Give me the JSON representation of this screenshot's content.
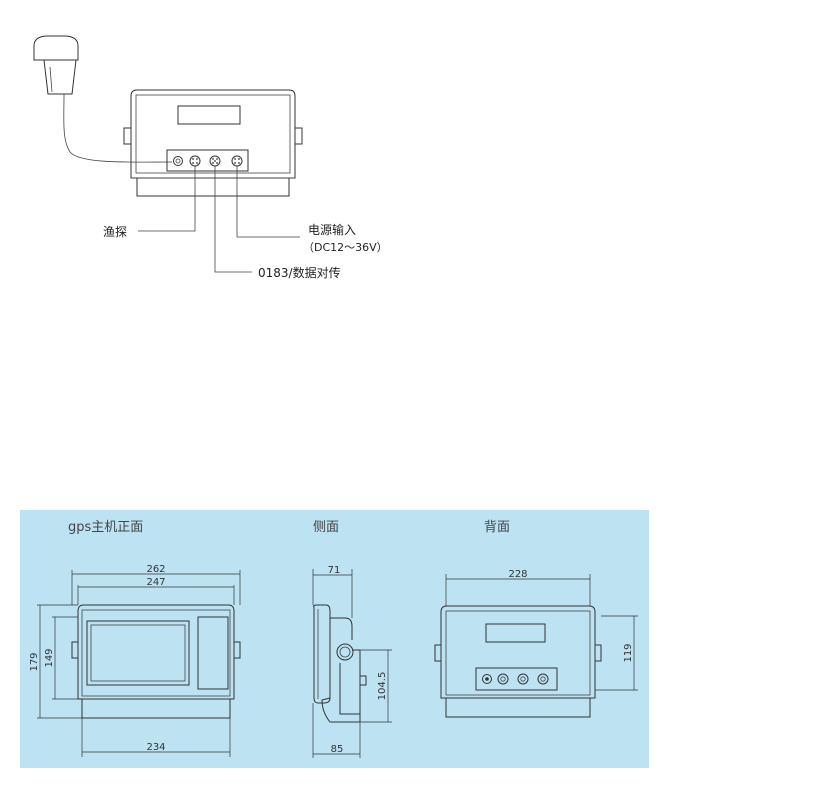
{
  "connection": {
    "fishfinder_label": "渔探",
    "power_label": "电源输入",
    "power_spec": "（DC12～36V）",
    "data_label": "0183/数据对传"
  },
  "dimensions": {
    "colors": {
      "panel_bg": "#bde3f3",
      "line": "#333333"
    },
    "front": {
      "title": "gps主机正面",
      "width_outer": "262",
      "width_inner": "247",
      "height_outer": "179",
      "height_inner": "149",
      "base_width": "234"
    },
    "side": {
      "title": "侧面",
      "top_depth": "71",
      "height": "104.5",
      "base_depth": "85"
    },
    "back": {
      "title": "背面",
      "width": "228",
      "height": "119"
    }
  }
}
